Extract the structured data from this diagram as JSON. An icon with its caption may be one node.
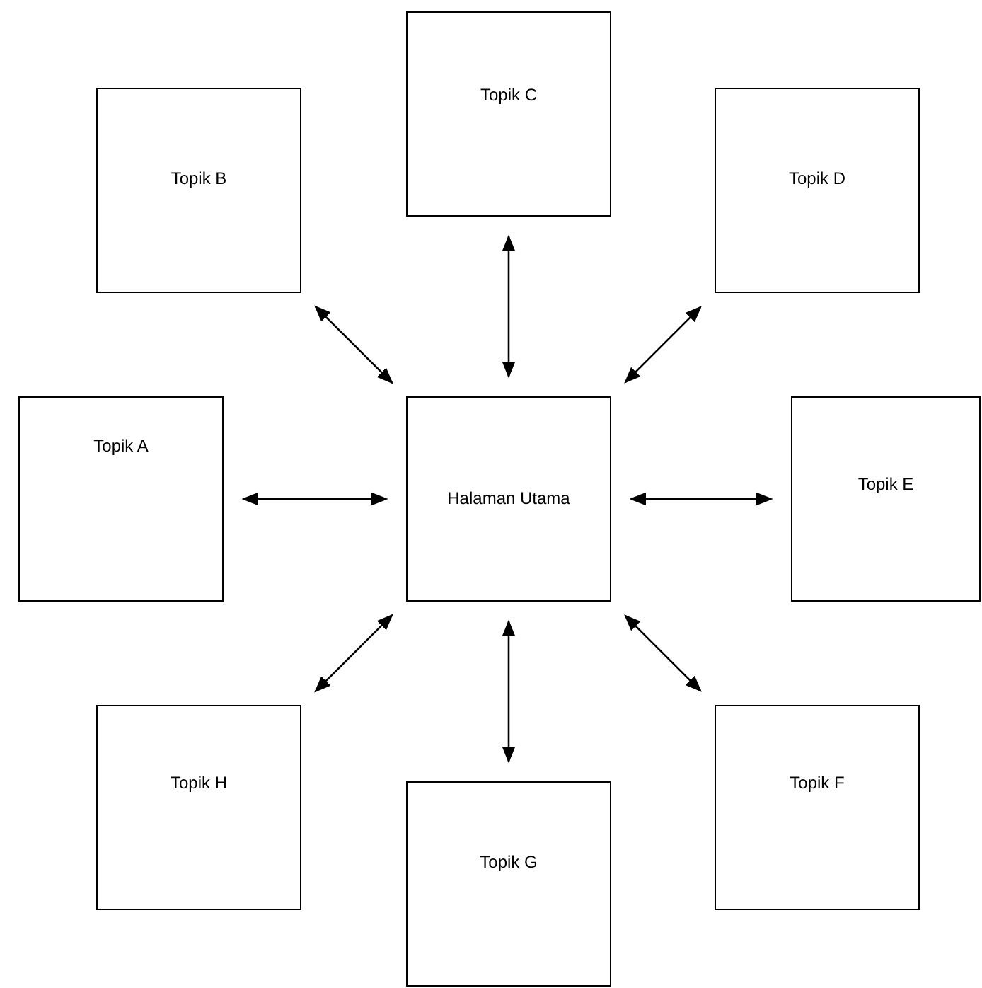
{
  "diagram": {
    "nodes": [
      {
        "text": [
          "Topik C"
        ]
      },
      {
        "text": [
          "Topik B"
        ]
      },
      {
        "text": [
          "Topik D"
        ]
      },
      {
        "text": [
          "Topik A"
        ]
      },
      {
        "text": [
          "Halaman Utama"
        ]
      },
      {
        "text": [
          "Topik E"
        ]
      },
      {
        "text": [
          "Topik H"
        ]
      },
      {
        "text": [
          "Topik F"
        ]
      },
      {
        "text": [
          "Topik G"
        ]
      }
    ],
    "edges": [
      {
        "from": 4,
        "to": 0,
        "arrow": "both"
      },
      {
        "from": 4,
        "to": 1,
        "arrow": "both"
      },
      {
        "from": 4,
        "to": 2,
        "arrow": "both"
      },
      {
        "from": 4,
        "to": 3,
        "arrow": "both"
      },
      {
        "from": 4,
        "to": 5,
        "arrow": "both"
      },
      {
        "from": 4,
        "to": 6,
        "arrow": "both"
      },
      {
        "from": 4,
        "to": 7,
        "arrow": "both"
      },
      {
        "from": 4,
        "to": 8,
        "arrow": "both"
      }
    ]
  }
}
